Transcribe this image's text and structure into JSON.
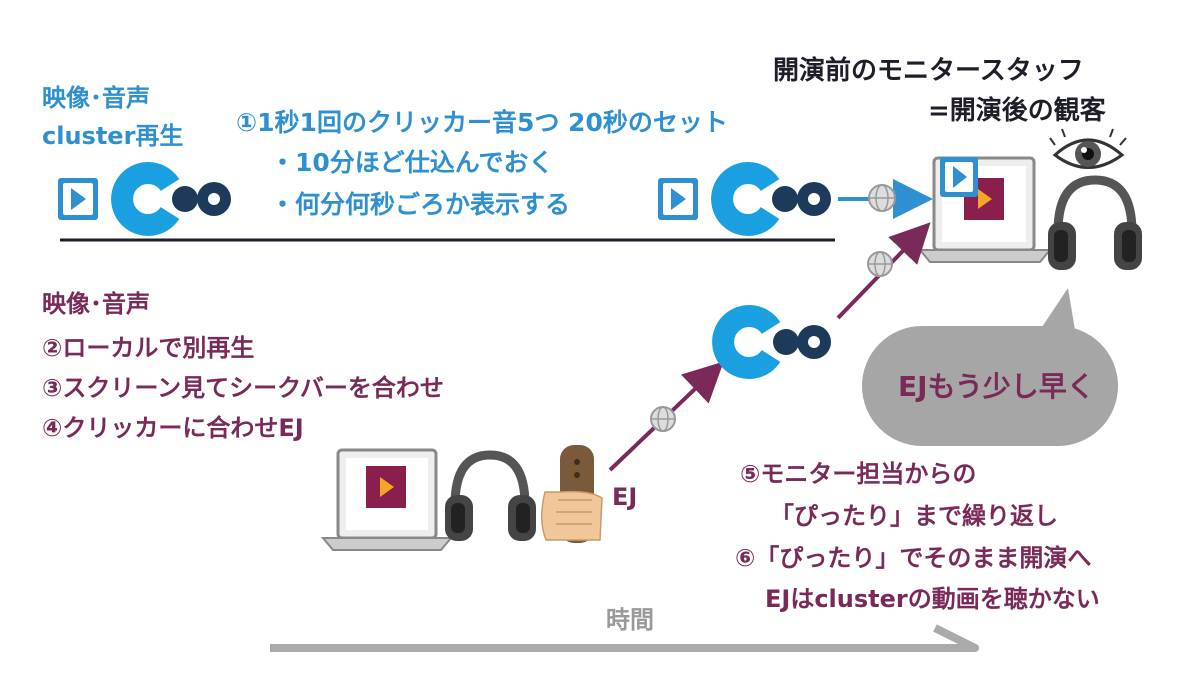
{
  "staff": {
    "title": "開演前のモニタースタッフ",
    "subtitle": "=開演後の観客"
  },
  "top_section": {
    "label_line1": "映像･音声",
    "label_line2": "cluster再生",
    "step1_title": "①1秒1回のクリッカー音5つ 20秒のセット",
    "step1_note1": "・10分ほど仕込んでおく",
    "step1_note2": "・何分何秒ごろか表示する"
  },
  "bottom_section": {
    "label": "映像･音声",
    "step2": "②ローカルで別再生",
    "step3": "③スクリーン見てシークバーを合わせ",
    "step4": "④クリッカーに合わせEJ"
  },
  "ej_label": "EJ",
  "speech_bubble": "EJもう少し早く",
  "steps_end": {
    "step5_line1": "⑤モニター担当からの",
    "step5_line2": "「ぴったり」まで繰り返し",
    "step6_line1": "⑥「ぴったり」でそのまま開演へ",
    "step6_line2": "EJはclusterの動画を聴かない"
  },
  "timeline_label": "時間",
  "colors": {
    "blue": "#2e8fd1",
    "purple": "#7a2a58",
    "navy": "#1e3a5a",
    "gray": "#999999"
  },
  "icons": [
    "play-icon",
    "cluster-logo-icon",
    "globe-icon",
    "laptop-icon",
    "headphones-icon",
    "eye-icon",
    "hand-microphone-icon",
    "speech-bubble"
  ]
}
